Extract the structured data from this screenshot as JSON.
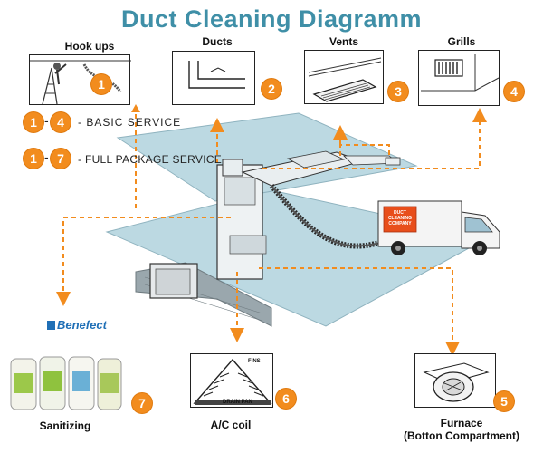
{
  "title": "Duct Cleaning Diagramm",
  "steps": {
    "hookups": {
      "label": "Hook ups",
      "number": "1"
    },
    "ducts": {
      "label": "Ducts",
      "number": "2"
    },
    "vents": {
      "label": "Vents",
      "number": "3"
    },
    "grills": {
      "label": "Grills",
      "number": "4"
    },
    "furnace": {
      "label_line1": "Furnace",
      "label_line2": "(Botton Compartment)",
      "number": "5"
    },
    "ac_coil": {
      "label": "A/C coil",
      "number": "6"
    },
    "sanitizing": {
      "label": "Sanitizing",
      "number": "7"
    }
  },
  "services": {
    "basic": {
      "from": "1",
      "to": "4",
      "dash": "-",
      "label": "BASIC SERVICE"
    },
    "full": {
      "from": "1",
      "to": "7",
      "dash": "-",
      "label": "FULL PACKAGE SERVICE"
    }
  },
  "brand": {
    "name": "Benefect"
  },
  "ac_diagram": {
    "fins_label": "FINS",
    "drain_pan_label": "DRAIN PAN"
  },
  "truck": {
    "side_text": "DUCT CLEANING COMPANY"
  },
  "colors": {
    "accent": "#f28c1e",
    "title": "#3f8fa7",
    "floor": "#bfdde6",
    "arrow": "#f28c1e"
  }
}
